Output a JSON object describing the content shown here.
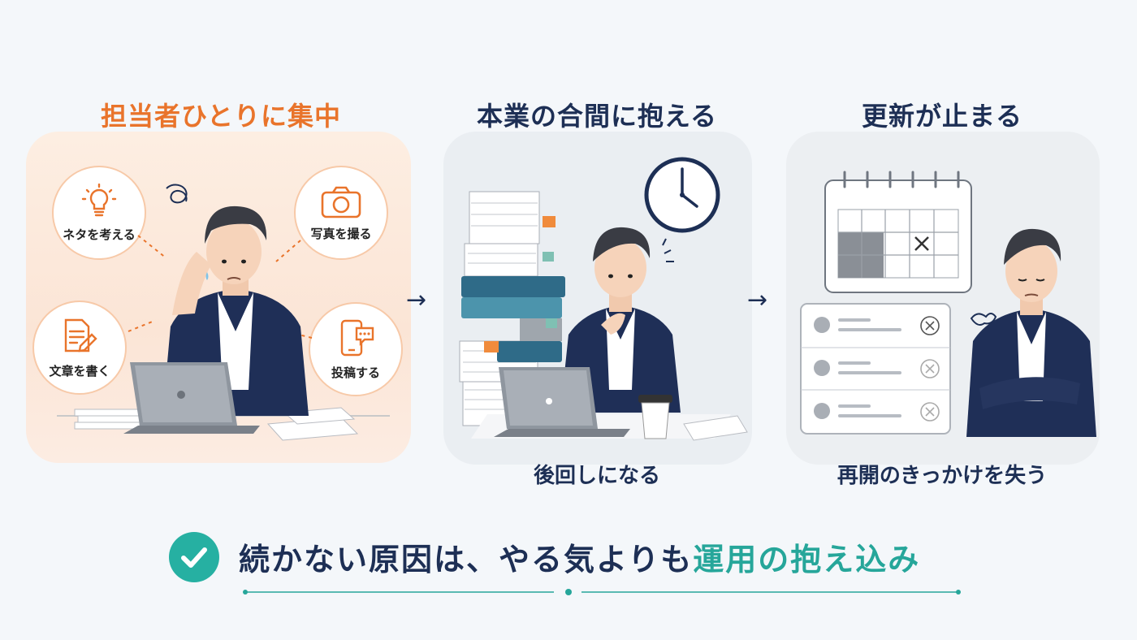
{
  "colors": {
    "orange": "#e9742b",
    "navy": "#1d2f55",
    "teal": "#26a69a"
  },
  "steps": [
    {
      "title": "担当者ひとりに集中",
      "caption": ""
    },
    {
      "title": "本業の合間に抱える",
      "caption": "後回しになる"
    },
    {
      "title": "更新が止まる",
      "caption": "再開のきっかけを失う"
    }
  ],
  "tasks": [
    {
      "label": "ネタを考える",
      "icon": "lightbulb-icon"
    },
    {
      "label": "写真を撮る",
      "icon": "camera-icon"
    },
    {
      "label": "文章を書く",
      "icon": "document-pen-icon"
    },
    {
      "label": "投稿する",
      "icon": "smartphone-chat-icon"
    }
  ],
  "arrows": [
    "→",
    "→"
  ],
  "conclusion": {
    "text": "続かない原因は、やる気よりも",
    "highlight": "運用の抱え込み",
    "icon": "check-circle-icon"
  }
}
